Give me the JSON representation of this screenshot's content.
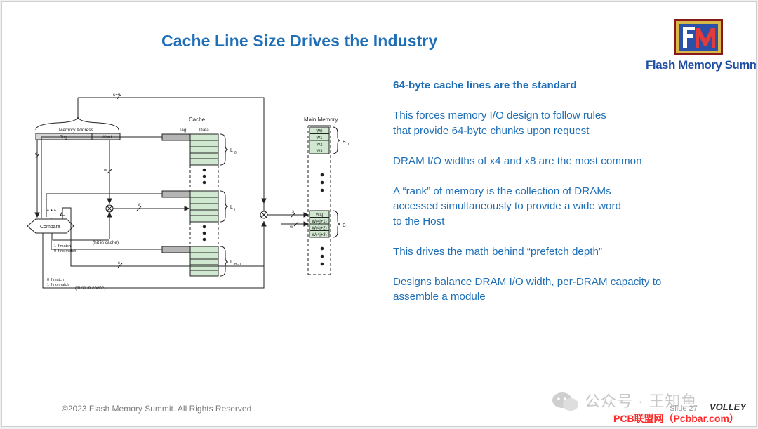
{
  "slide": {
    "title": "Cache Line Size Drives the Industry",
    "logo_text": "Flash Memory Summit",
    "bullets": [
      [
        "64-byte cache lines are the standard"
      ],
      [
        "This forces memory I/O design to follow rules",
        "that provide 64-byte chunks upon request"
      ],
      [
        "DRAM I/O widths of x4 and x8 are the most common"
      ],
      [
        "A “rank” of memory is the collection of DRAMs",
        "accessed simultaneously to provide a wide word",
        "to the Host"
      ],
      [
        "This drives the math behind “prefetch depth”"
      ],
      [
        "Designs balance DRAM I/O width, per-DRAM capacity to",
        "assemble a module"
      ]
    ],
    "footer": "©2023 Flash Memory Summit. All Rights Reserved",
    "slide_number": "Slide 27",
    "volley_logo": "VOLLEY"
  },
  "diagram": {
    "memory_address": "Memory Address",
    "tag": "Tag",
    "word": "Word",
    "cache": "Cache",
    "cache_tag": "Tag",
    "cache_data": "Data",
    "main_memory": "Main Memory",
    "s_plus_w": "s+w",
    "s": "s",
    "w": "w",
    "compare": "Compare",
    "hit_in_cache": "(hit in cache)",
    "match1": "1 if match",
    "match0": "0 if no match",
    "nomatch0": "0 if match",
    "nomatch1": "1 if no match",
    "miss_in_cache": "(miss in cache)",
    "dots": "• • •",
    "l0": "L",
    "l0_sub": "0",
    "lj": "L",
    "lj_sub": "j",
    "lm": "L",
    "lm_sub": "m−1",
    "b0": "B",
    "b0_sub": "0",
    "bj": "B",
    "bj_sub": "j",
    "words_top": [
      "W0",
      "W1",
      "W2",
      "W3"
    ],
    "words_mid": [
      "W4j",
      "W(4j+1)",
      "W(4j+2)",
      "W(4j+3)"
    ]
  },
  "overlay": {
    "wechat_text": "公众号 · 王知鱼",
    "watermark": "PCB联盟网（Pcbbar.com）"
  },
  "colors": {
    "title_blue": "#1f6fb7",
    "cell_green": "#cfe8cf",
    "tag_gray": "#b5b5b5",
    "watermark_red": "#ff2a2a"
  }
}
